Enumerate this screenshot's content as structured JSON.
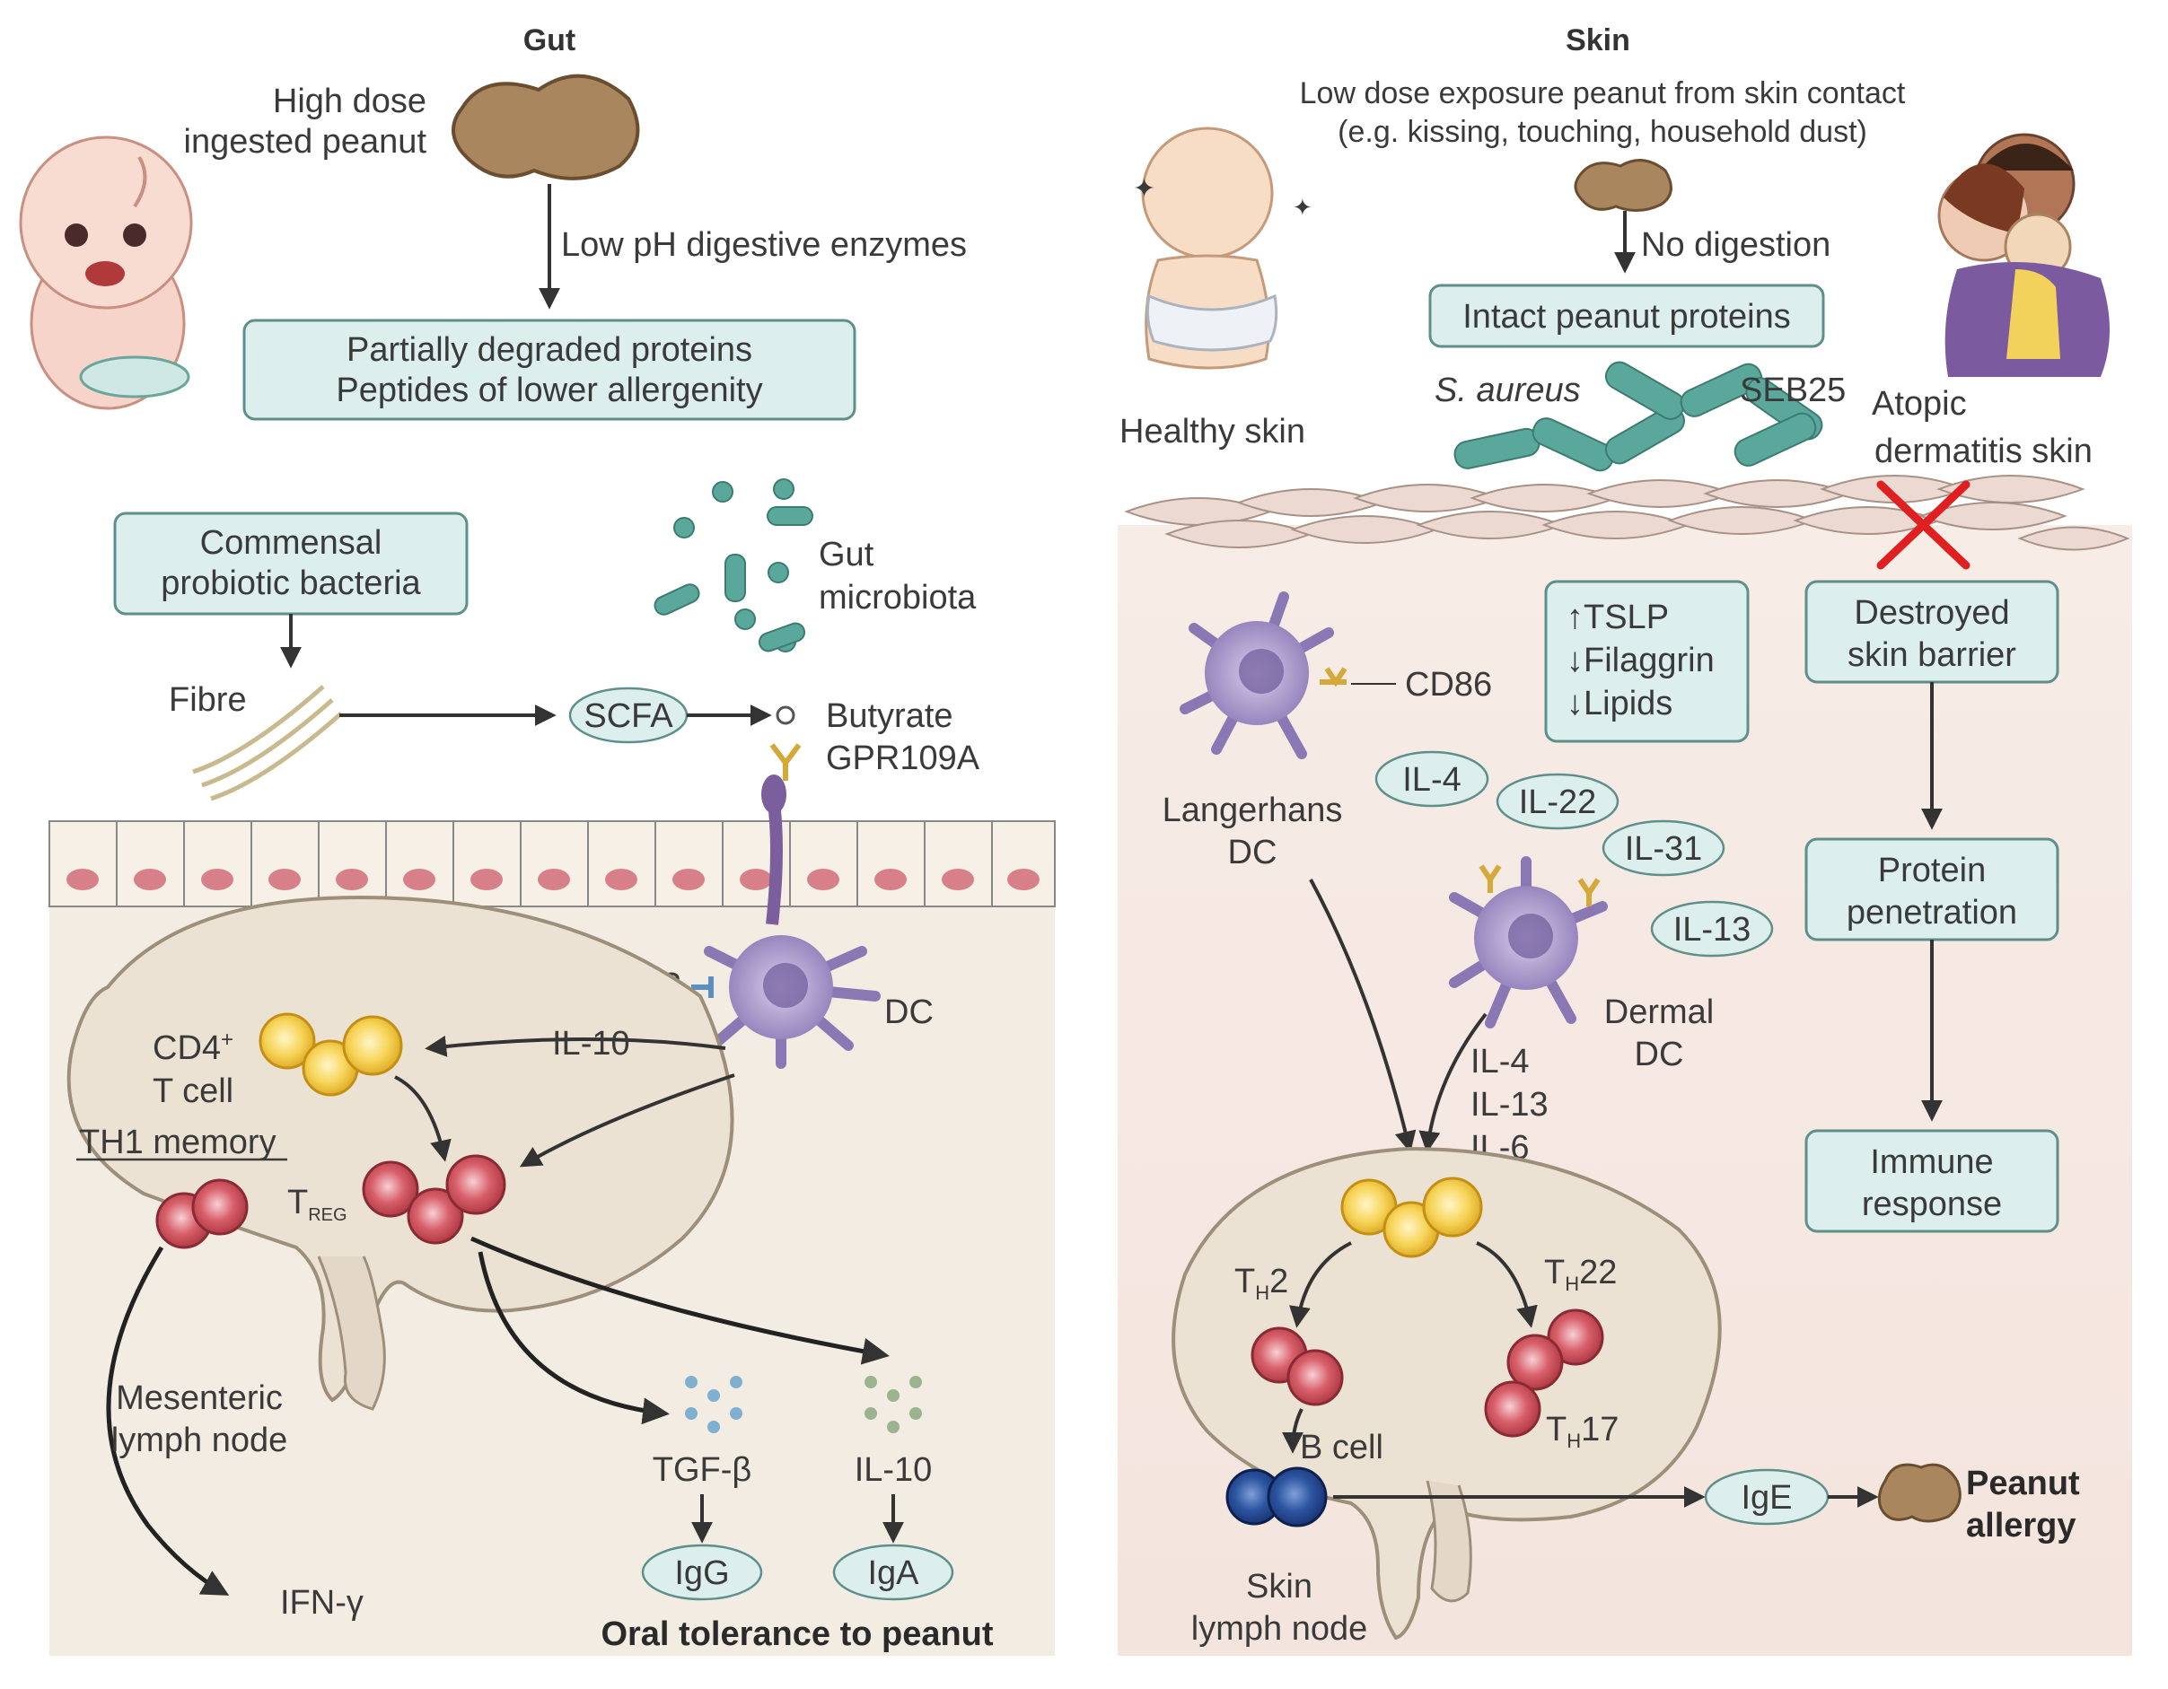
{
  "gut": {
    "title": "Gut",
    "peanut_label_1": "High dose",
    "peanut_label_2": "ingested peanut",
    "digest_label": "Low pH digestive enzymes",
    "proteins_box_1": "Partially degraded proteins",
    "proteins_box_2": "Peptides of lower allergenity",
    "commensal_1": "Commensal",
    "commensal_2": "probiotic bacteria",
    "microbiota_1": "Gut",
    "microbiota_2": "microbiota",
    "fibre": "Fibre",
    "scfa": "SCFA",
    "butyrate": "Butyrate",
    "gpr": "GPR109A",
    "question": "?",
    "dc": "DC",
    "il10_arrow": "IL-10",
    "cd4_1": "CD4",
    "cd4_sup": "+",
    "cd4_2": "T cell",
    "th1_memory": "TH1 memory",
    "treg": "T",
    "treg_sub": "REG",
    "mesenteric_1": "Mesenteric",
    "mesenteric_2": "lymph node",
    "ifn": "IFN-γ",
    "tgf": "TGF-β",
    "il10": "IL-10",
    "igg": "IgG",
    "iga": "IgA",
    "tolerance": "Oral tolerance to peanut"
  },
  "skin": {
    "title": "Skin",
    "exposure_1": "Low dose exposure peanut from skin contact",
    "exposure_2": "(e.g. kissing, touching, household dust)",
    "no_digestion": "No digestion",
    "intact": "Intact peanut proteins",
    "healthy": "Healthy skin",
    "saureus": "S. aureus",
    "seb": "SEB25",
    "atopic_1": "Atopic",
    "atopic_2": "dermatitis skin",
    "tslp_1": "↑TSLP",
    "tslp_2": "↓Filaggrin",
    "tslp_3": "↓Lipids",
    "destroyed_1": "Destroyed",
    "destroyed_2": "skin barrier",
    "cd86": "CD86",
    "langerhans_1": "Langerhans",
    "langerhans_2": "DC",
    "il4": "IL-4",
    "il22": "IL-22",
    "il31": "IL-31",
    "il13": "IL-13",
    "dermal_1": "Dermal",
    "dermal_2": "DC",
    "cyto_1": "IL-4",
    "cyto_2": "IL-13",
    "cyto_3": "IL-6",
    "penetration_1": "Protein",
    "penetration_2": "penetration",
    "immune_1": "Immune",
    "immune_2": "response",
    "th2": "T",
    "th2_sub": "H",
    "th2_num": "2",
    "th22": "T",
    "th22_sub": "H",
    "th22_num": "22",
    "th17": "T",
    "th17_sub": "H",
    "th17_num": "17",
    "bcell": "B cell",
    "skin_ln_1": "Skin",
    "skin_ln_2": "lymph node",
    "ige": "IgE",
    "allergy_1": "Peanut",
    "allergy_2": "allergy"
  },
  "colors": {
    "box_fill": "#dcefed",
    "box_stroke": "#5f8f8a",
    "treg_red": "#c9505a",
    "tcell_yellow": "#f2c63a",
    "dc_purple": "#8a78b5",
    "bcell_blue": "#2a4e94",
    "bacteria_teal": "#5aa89c",
    "cross_red": "#e02020",
    "lymph_node": "#ece2d4",
    "tissue_gut": "#f3ece2",
    "tissue_skin": "#f6e9e4"
  }
}
